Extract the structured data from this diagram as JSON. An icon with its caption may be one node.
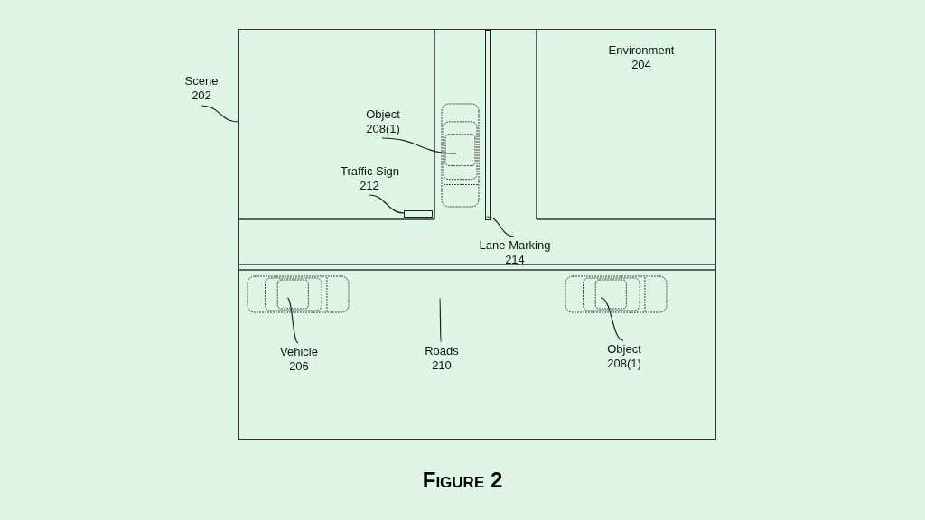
{
  "diagram": {
    "caption": "Figure 2",
    "nodes": [
      {
        "text": [],
        "shape": "box"
      },
      {
        "text": [
          "Scene",
          "202"
        ]
      },
      {
        "text": [
          "Object",
          "208(1)"
        ],
        "in": 0
      },
      {
        "text": [],
        "shape": "picture",
        "in": 0
      },
      {
        "text": [
          "Traffic Sign",
          "212"
        ],
        "in": 0
      },
      {
        "text": [],
        "shape": "box",
        "in": 0
      },
      {
        "text": [
          "Lane Marking",
          "214"
        ],
        "in": 0
      },
      {
        "text": [],
        "shape": "bar",
        "in": 0
      },
      {
        "text": [
          "Vehicle",
          "206"
        ],
        "in": 0
      },
      {
        "text": [],
        "shape": "picture",
        "in": 0
      },
      {
        "text": [
          "Roads",
          "210"
        ],
        "in": 0
      },
      {
        "text": [
          "Object",
          "208(1)"
        ],
        "in": 0
      },
      {
        "text": [],
        "shape": "picture",
        "in": 0
      }
    ],
    "edges": [
      {
        "from": 1,
        "to": 0,
        "arrow": "none"
      },
      {
        "from": 2,
        "to": 3,
        "arrow": "none"
      },
      {
        "from": 4,
        "to": 5,
        "arrow": "none"
      },
      {
        "from": 6,
        "to": 7,
        "arrow": "none"
      },
      {
        "from": 8,
        "to": 9,
        "arrow": "none"
      },
      {
        "from": 10,
        "to": null,
        "arrow": "none"
      },
      {
        "from": 11,
        "to": 12,
        "arrow": "none"
      }
    ],
    "labels": [
      "Environment",
      "204"
    ]
  }
}
